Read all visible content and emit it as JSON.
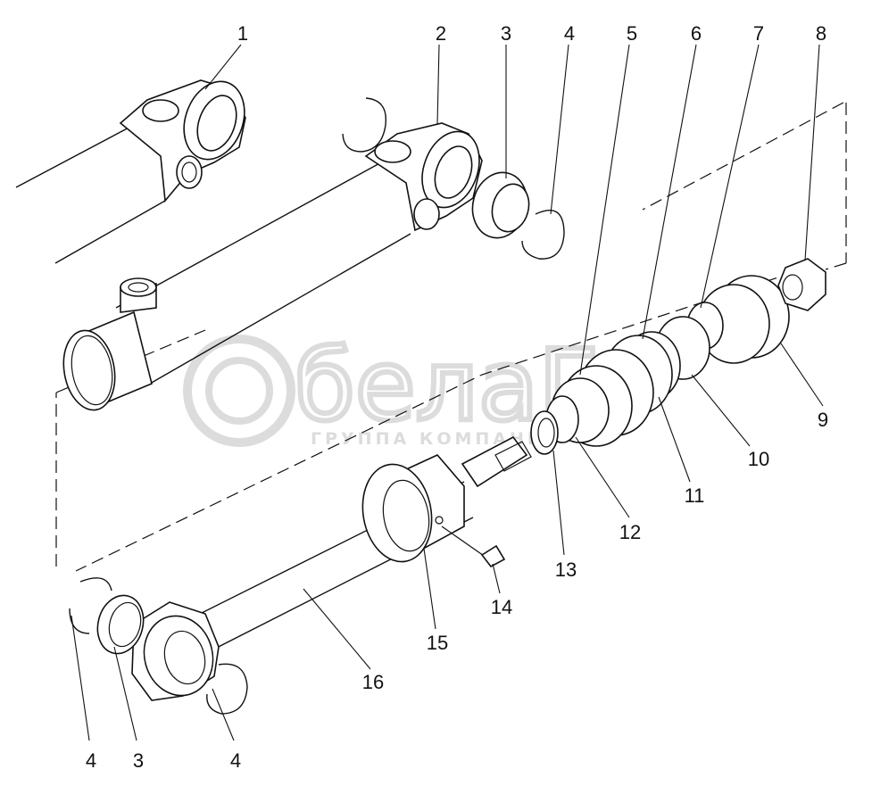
{
  "watermark": {
    "brand": "белаГ",
    "subtitle": "ГРУППА КОМПАНИЙ",
    "color": "#dcdcdc"
  },
  "callouts": [
    {
      "id": "c1",
      "label": "1"
    },
    {
      "id": "c2",
      "label": "2"
    },
    {
      "id": "c3",
      "label": "3"
    },
    {
      "id": "c4",
      "label": "4"
    },
    {
      "id": "c5",
      "label": "5"
    },
    {
      "id": "c6",
      "label": "6"
    },
    {
      "id": "c7",
      "label": "7"
    },
    {
      "id": "c8",
      "label": "8"
    },
    {
      "id": "c9",
      "label": "9"
    },
    {
      "id": "c10",
      "label": "10"
    },
    {
      "id": "c11",
      "label": "11"
    },
    {
      "id": "c12",
      "label": "12"
    },
    {
      "id": "c13",
      "label": "13"
    },
    {
      "id": "c14",
      "label": "14"
    },
    {
      "id": "c15",
      "label": "15"
    },
    {
      "id": "c16",
      "label": "16"
    },
    {
      "id": "c4b",
      "label": "4"
    },
    {
      "id": "c3b",
      "label": "3"
    },
    {
      "id": "c4c",
      "label": "4"
    }
  ]
}
